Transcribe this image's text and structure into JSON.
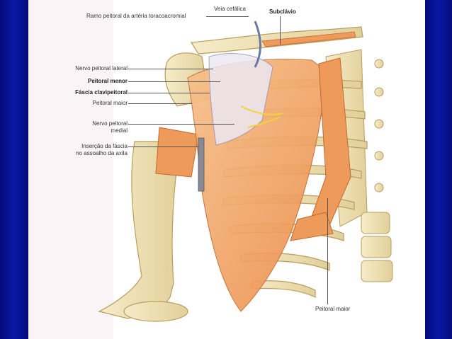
{
  "labels": {
    "ramo_peitoral": "Ramo peitoral da artéria toracoacromial",
    "veia_cefalica": "Veia cefálica",
    "subclavio": "Subclávio",
    "nervo_peitoral_lateral": "Nervo peitoral lateral",
    "peitoral_menor": "Peitoral menor",
    "fascia_clavipeitoral": "Fáscia clavipeitoral",
    "peitoral_maior": "Peitoral maior",
    "nervo_peitoral_medial_line1": "Nervo peitoral",
    "nervo_peitoral_medial_line2": "medial",
    "insercao_line1": "Inserção da fáscia",
    "insercao_line2": "no assoalho da axila",
    "peitoral_maior_bottom": "Peitoral maior"
  },
  "colors": {
    "background_blue": "#07108a",
    "muscle": "#f0a060",
    "bone": "#f2e6c0",
    "fascia": "#e8e4f0"
  }
}
